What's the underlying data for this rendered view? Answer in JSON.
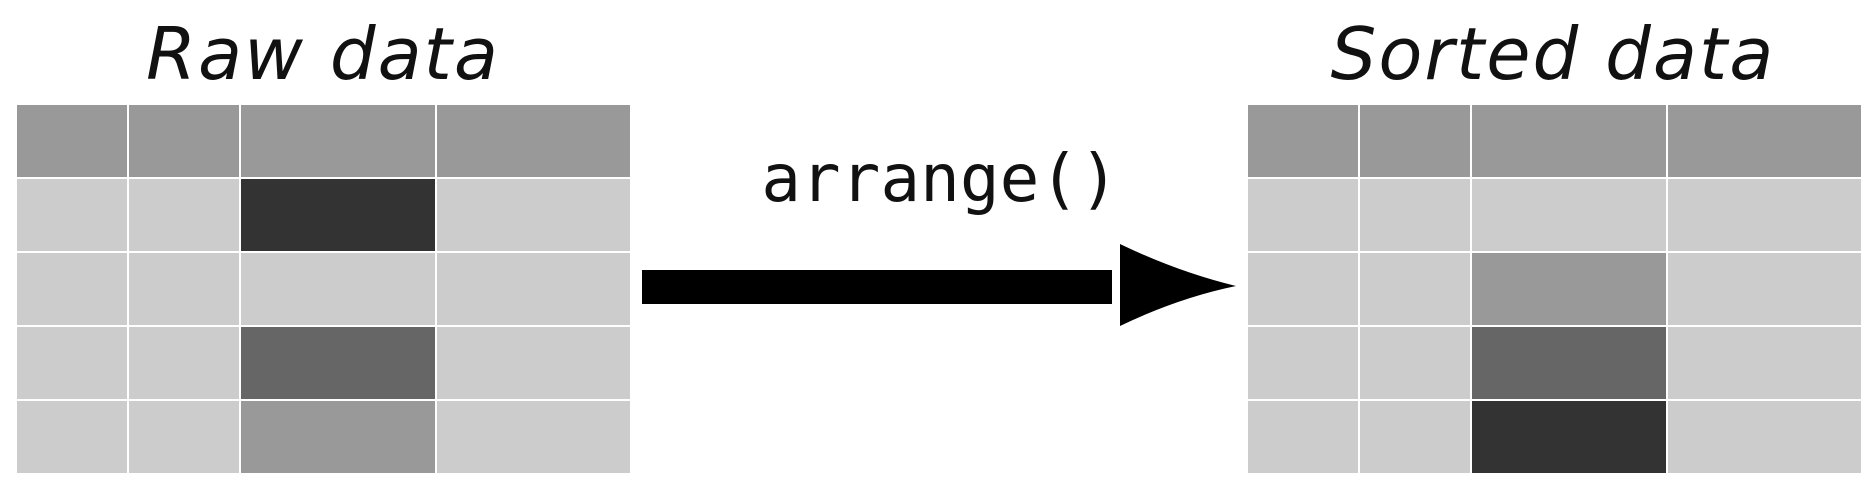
{
  "left_panel": {
    "title": "Raw data",
    "cell_colors": [
      [
        "#999999",
        "#999999",
        "#999999",
        "#999999"
      ],
      [
        "#cccccc",
        "#cccccc",
        "#333333",
        "#cccccc"
      ],
      [
        "#cccccc",
        "#cccccc",
        "#cccccc",
        "#cccccc"
      ],
      [
        "#cccccc",
        "#cccccc",
        "#666666",
        "#cccccc"
      ],
      [
        "#cccccc",
        "#cccccc",
        "#999999",
        "#cccccc"
      ]
    ]
  },
  "right_panel": {
    "title": "Sorted data",
    "cell_colors": [
      [
        "#999999",
        "#999999",
        "#999999",
        "#999999"
      ],
      [
        "#cccccc",
        "#cccccc",
        "#cccccc",
        "#cccccc"
      ],
      [
        "#cccccc",
        "#cccccc",
        "#999999",
        "#cccccc"
      ],
      [
        "#cccccc",
        "#cccccc",
        "#666666",
        "#cccccc"
      ],
      [
        "#cccccc",
        "#cccccc",
        "#333333",
        "#cccccc"
      ]
    ]
  },
  "transform": {
    "label": "arrange()",
    "arrow_color": "#000000"
  }
}
